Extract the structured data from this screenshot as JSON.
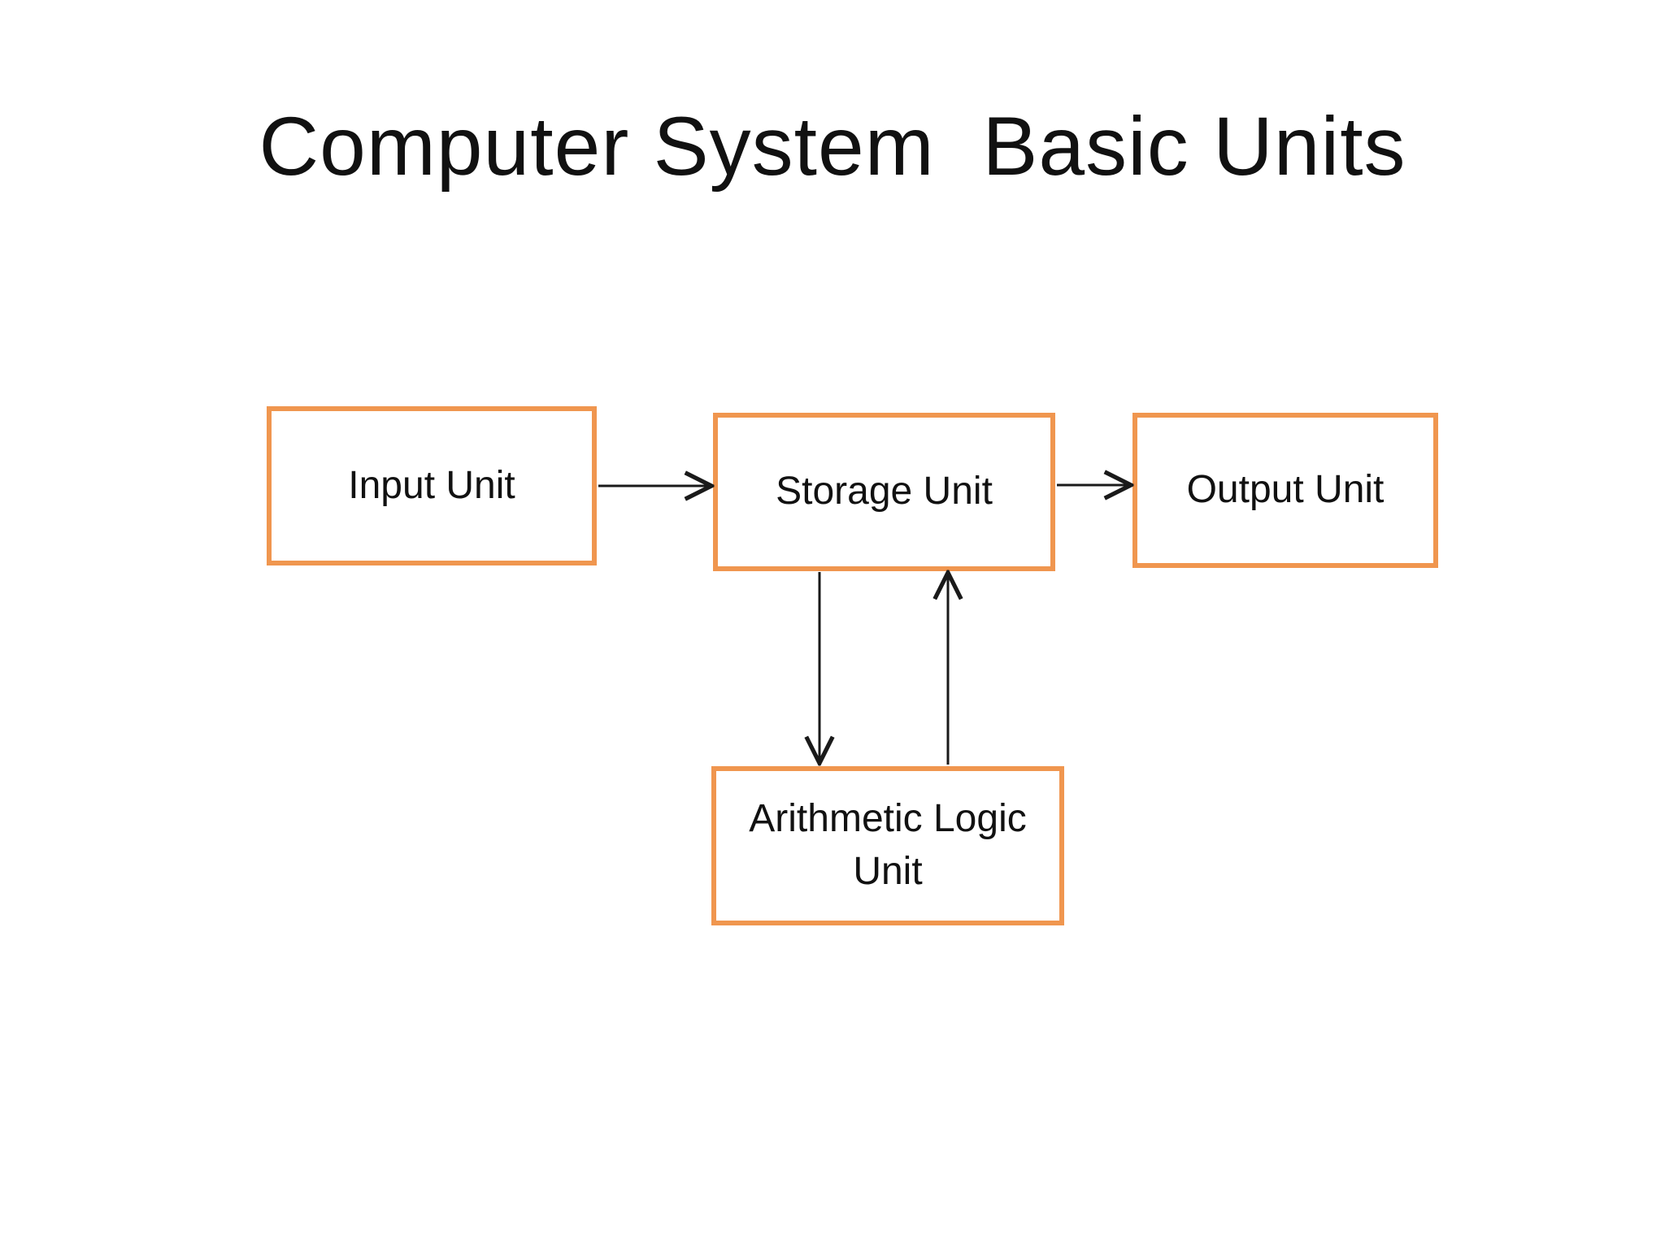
{
  "title": "Computer System  Basic Units",
  "diagram": {
    "boxes": {
      "input": {
        "label": "Input Unit"
      },
      "storage": {
        "label": "Storage Unit"
      },
      "output": {
        "label": "Output Unit"
      },
      "alu": {
        "label": "Arithmetic Logic Unit"
      }
    },
    "connections": [
      {
        "from": "input",
        "to": "storage",
        "direction": "right"
      },
      {
        "from": "storage",
        "to": "output",
        "direction": "right"
      },
      {
        "from": "storage",
        "to": "alu",
        "direction": "down"
      },
      {
        "from": "alu",
        "to": "storage",
        "direction": "up"
      }
    ],
    "accent_color": "#F0964F",
    "line_color": "#1a1a1a",
    "background_color": "#ffffff"
  }
}
